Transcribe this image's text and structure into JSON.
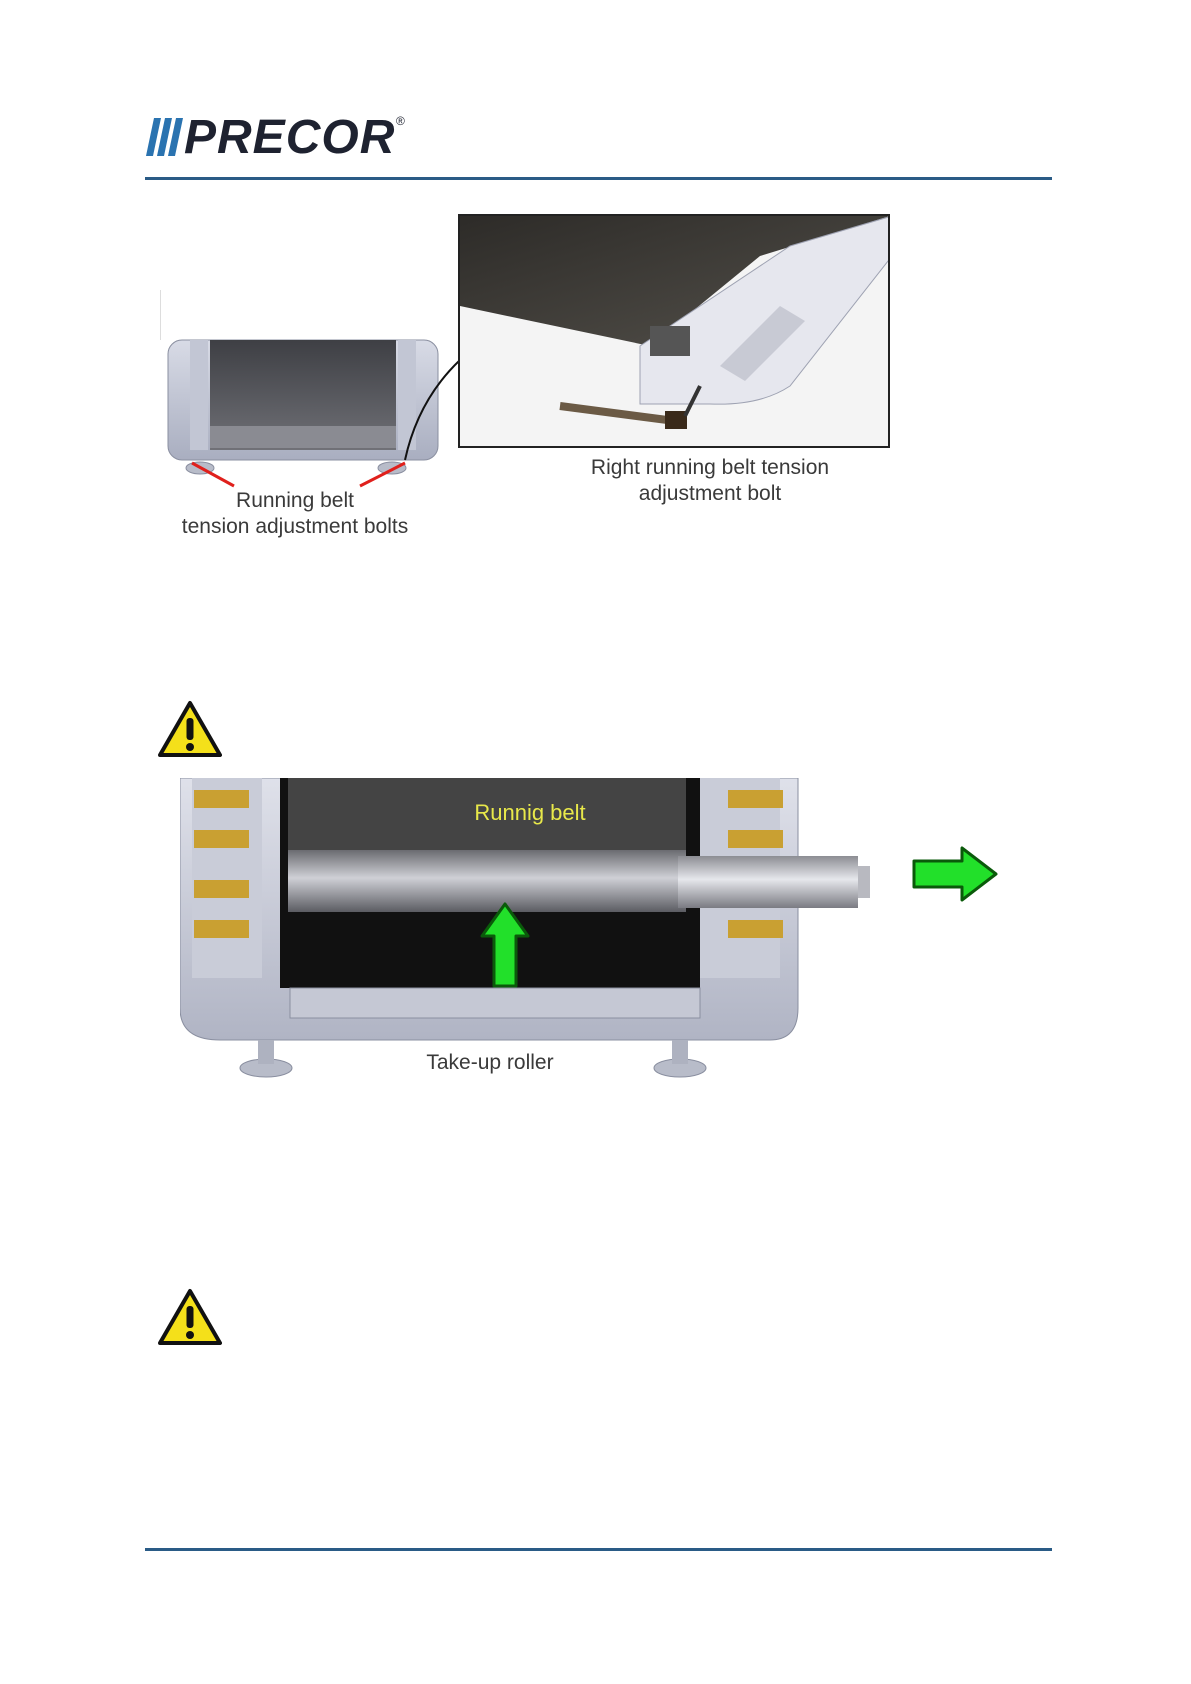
{
  "header": {
    "logo_text": "PRECOR",
    "logo_mark": "®"
  },
  "figure1": {
    "left_caption_line1": "Running belt",
    "left_caption_line2": "tension adjustment bolts",
    "right_caption_line1": "Right running belt tension",
    "right_caption_line2": "adjustment bolt"
  },
  "figure2": {
    "belt_label": "Runnig belt",
    "roller_caption": "Take-up roller"
  },
  "icons": {
    "warning1": "warning-icon",
    "warning2": "warning-icon"
  },
  "colors": {
    "brand_rule": "#2a5b86",
    "arrow_green": "#22e02a",
    "belt_label": "#e8e84a",
    "pointer_red": "#e0201c"
  }
}
